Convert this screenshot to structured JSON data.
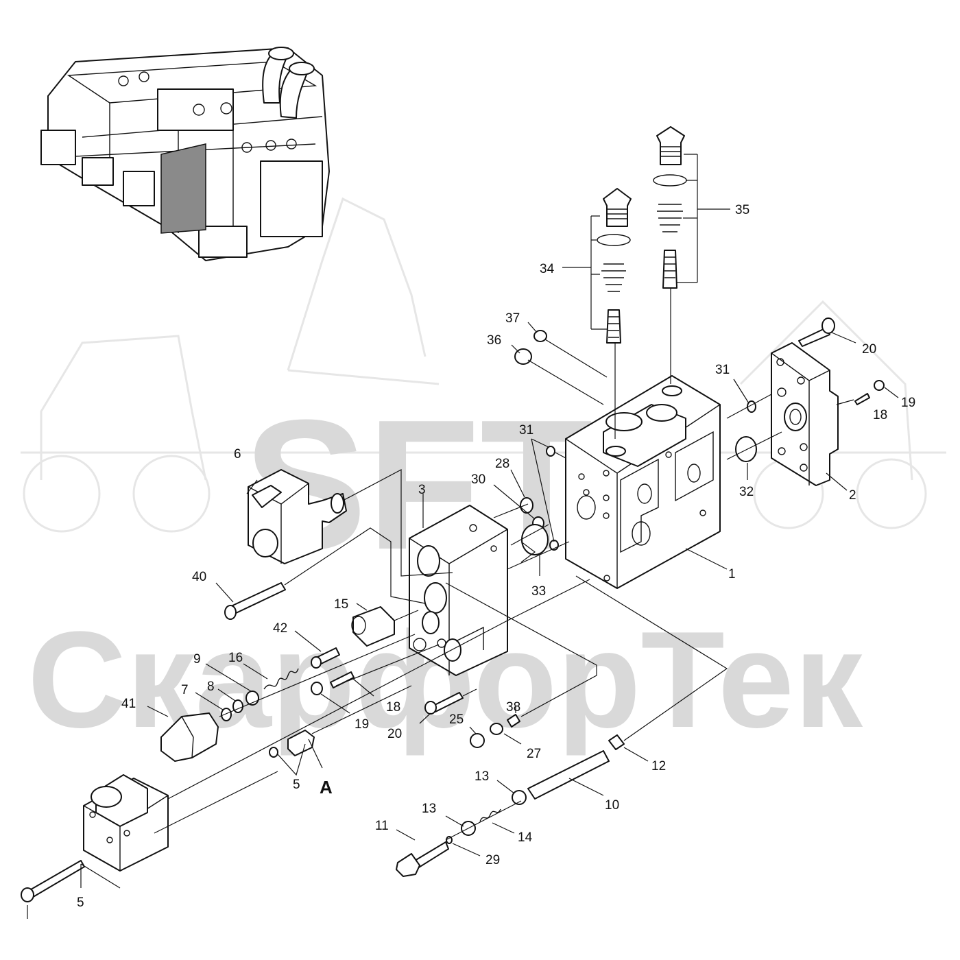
{
  "watermark": {
    "brand": "SFT",
    "company": "СкарфорТек"
  },
  "labels": [
    {
      "id": "p1",
      "text": "1"
    },
    {
      "id": "p2",
      "text": "2"
    },
    {
      "id": "p3",
      "text": "3"
    },
    {
      "id": "p5a",
      "text": "5"
    },
    {
      "id": "p5b",
      "text": "5"
    },
    {
      "id": "p6",
      "text": "6"
    },
    {
      "id": "p7",
      "text": "7"
    },
    {
      "id": "p8",
      "text": "8"
    },
    {
      "id": "p9",
      "text": "9"
    },
    {
      "id": "p10",
      "text": "10"
    },
    {
      "id": "p11",
      "text": "11"
    },
    {
      "id": "p12",
      "text": "12"
    },
    {
      "id": "p13a",
      "text": "13"
    },
    {
      "id": "p13b",
      "text": "13"
    },
    {
      "id": "p14",
      "text": "14"
    },
    {
      "id": "p15",
      "text": "15"
    },
    {
      "id": "p16",
      "text": "16"
    },
    {
      "id": "p18a",
      "text": "18"
    },
    {
      "id": "p18b",
      "text": "18"
    },
    {
      "id": "p19a",
      "text": "19"
    },
    {
      "id": "p19b",
      "text": "19"
    },
    {
      "id": "p20a",
      "text": "20"
    },
    {
      "id": "p20b",
      "text": "20"
    },
    {
      "id": "p25",
      "text": "25"
    },
    {
      "id": "p27",
      "text": "27"
    },
    {
      "id": "p28",
      "text": "28"
    },
    {
      "id": "p29",
      "text": "29"
    },
    {
      "id": "p30",
      "text": "30"
    },
    {
      "id": "p31a",
      "text": "31"
    },
    {
      "id": "p31b",
      "text": "31"
    },
    {
      "id": "p32",
      "text": "32"
    },
    {
      "id": "p33",
      "text": "33"
    },
    {
      "id": "p34",
      "text": "34"
    },
    {
      "id": "p35",
      "text": "35"
    },
    {
      "id": "p36",
      "text": "36"
    },
    {
      "id": "p37",
      "text": "37"
    },
    {
      "id": "p38",
      "text": "38"
    },
    {
      "id": "p40",
      "text": "40"
    },
    {
      "id": "p41",
      "text": "41"
    },
    {
      "id": "p42",
      "text": "42"
    },
    {
      "id": "pA",
      "text": "A"
    }
  ]
}
